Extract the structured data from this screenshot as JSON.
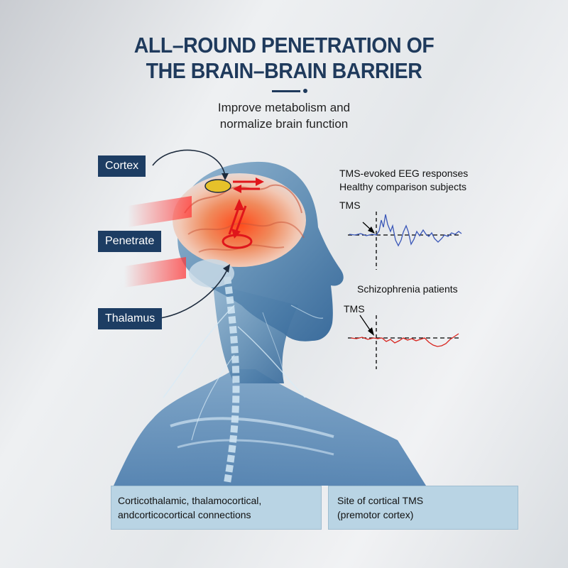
{
  "header": {
    "title_line1": "ALL–ROUND PENETRATION OF",
    "title_line2": "THE BRAIN–BRAIN BARRIER",
    "subtitle_line1": "Improve metabolism and",
    "subtitle_line2": "normalize brain function"
  },
  "callouts": {
    "cortex": "Cortex",
    "penetrate": "Penetrate",
    "thalamus": "Thalamus"
  },
  "eeg": {
    "heading_line1": "TMS-evoked EEG responses",
    "heading_line2": "Healthy comparison subjects",
    "healthy_tms_label": "TMS",
    "patients_heading": "Schizophrenia patients",
    "patients_tms_label": "TMS",
    "healthy_color": "#3a57b8",
    "patients_color": "#d8241e"
  },
  "legend": {
    "connections_line1": "Corticothalamic, thalamocortical,",
    "connections_line2": "andcorticocortical connections",
    "site_line1": "Site of cortical TMS",
    "site_line2": "(premotor cortex)",
    "arrow_color": "#e01b1b",
    "site_color": "#e6c12a"
  },
  "colors": {
    "title": "#1f3a5c",
    "callout_bg": "#1d3d63",
    "legend_bg": "#b9d4e4"
  }
}
